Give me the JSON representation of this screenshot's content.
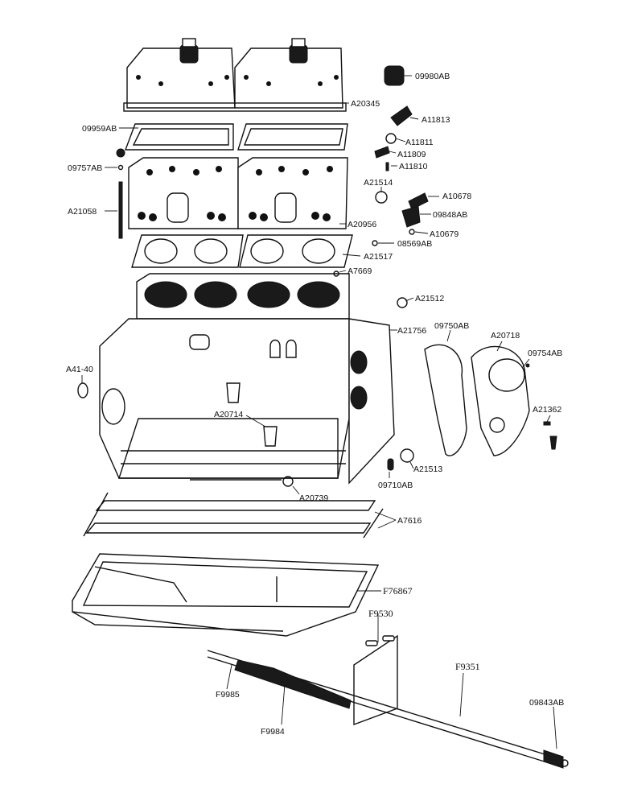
{
  "parts": {
    "p09980AB": "09980AB",
    "pA20345": "A20345",
    "pA11813": "A11813",
    "p09959AB": "09959AB",
    "pA11811": "A11811",
    "pA11809": "A11809",
    "pA11810": "A11810",
    "p09757AB": "09757AB",
    "pA21514": "A21514",
    "pA10678": "A10678",
    "p09848AB": "09848AB",
    "pA21058": "A21058",
    "pA20956": "A20956",
    "pA10679": "A10679",
    "p08569AB": "08569AB",
    "pA21517": "A21517",
    "pA7669": "A7669",
    "pA21512": "A21512",
    "pA21756": "A21756",
    "p09750AB": "09750AB",
    "pA20718": "A20718",
    "p09754AB": "09754AB",
    "pA41_40": "A41-40",
    "pA21362": "A21362",
    "pA20714": "A20714",
    "pA21513": "A21513",
    "p09710AB": "09710AB",
    "pA20739": "A20739",
    "pA7616": "A7616",
    "pF76867": "F76867",
    "pF9530": "F9530",
    "pF9351": "F9351",
    "pF9985": "F9985",
    "pF9984": "F9984",
    "p09843AB": "09843AB"
  }
}
